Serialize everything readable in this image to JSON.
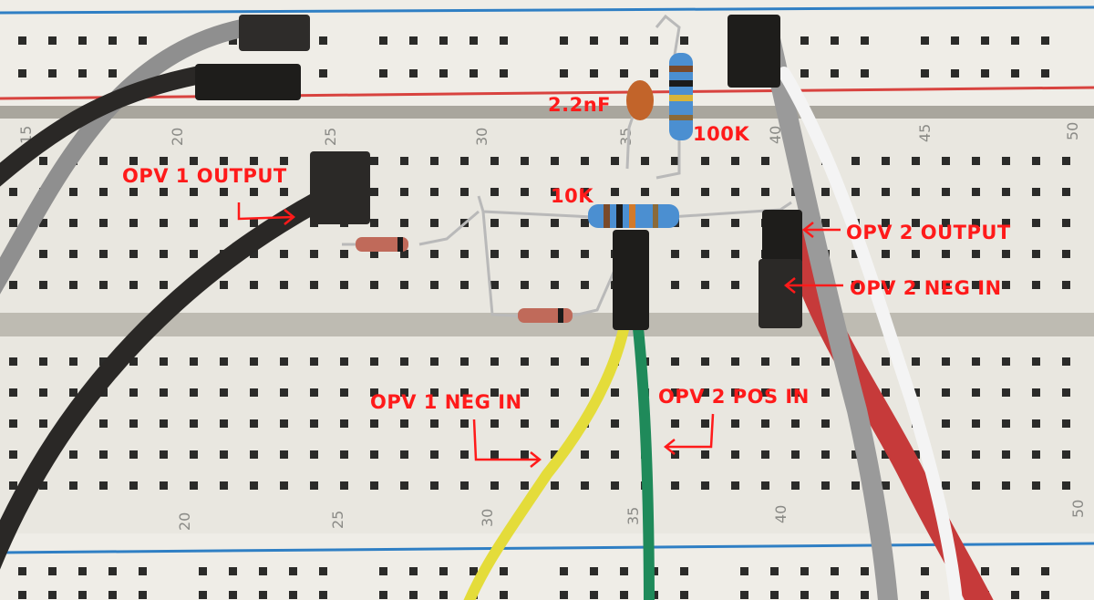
{
  "annotations": {
    "opv1_output": "OPV 1 OUTPUT",
    "opv2_output": "OPV 2 OUTPUT",
    "opv2_neg_in": "OPV 2 NEG IN",
    "opv1_neg_in": "OPV 1 NEG IN",
    "opv2_pos_in": "OPV 2 POS IN"
  },
  "components": {
    "capacitor_label": "2.2nF",
    "resistor_100k_label": "100K",
    "resistor_10k_label": "10K"
  },
  "column_numbers_top": [
    "15",
    "20",
    "25",
    "30",
    "35",
    "40",
    "45",
    "50"
  ],
  "column_numbers_bottom": [
    "20",
    "25",
    "30",
    "35",
    "40",
    "50"
  ],
  "colors": {
    "annotation": "#ff1a1a",
    "board": "#eceae3",
    "rail_red": "#d8433f",
    "rail_blue": "#2f7fc4",
    "wire_yellow": "#e4dc3a",
    "wire_green": "#1f8a5a",
    "wire_red": "#c63a3a",
    "wire_white": "#f2f2f2",
    "wire_gray": "#9a9a9a",
    "wire_black": "#2a2826"
  }
}
